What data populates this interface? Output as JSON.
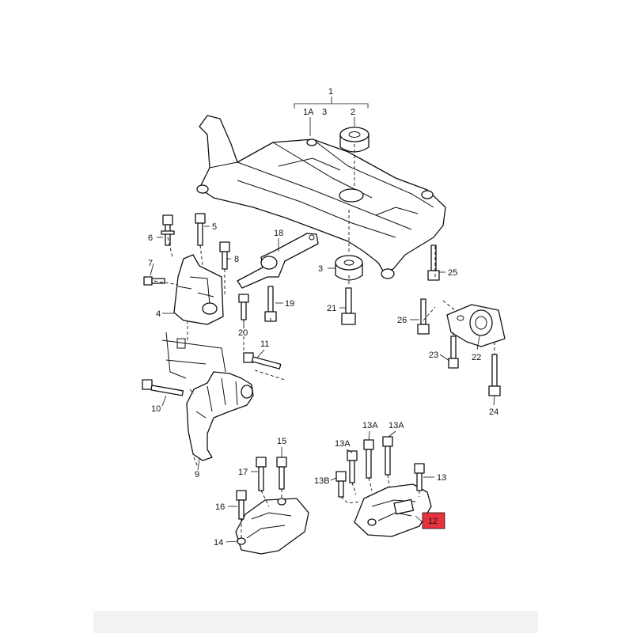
{
  "diagram": {
    "highlight_color": "#e8323c",
    "line_color": "#111111",
    "labels": {
      "p1": "1",
      "p1A": "1A",
      "p2": "2",
      "p3top": "3",
      "p3": "3",
      "p4": "4",
      "p5": "5",
      "p6": "6",
      "p7": "7",
      "p8": "8",
      "p9": "9",
      "p10": "10",
      "p11": "11",
      "p12": "12",
      "p13": "13",
      "p13A_1": "13A",
      "p13A_2": "13A",
      "p13A_3": "13A",
      "p13B": "13B",
      "p14": "14",
      "p15": "15",
      "p16": "16",
      "p17": "17",
      "p18": "18",
      "p19": "19",
      "p20": "20",
      "p21": "21",
      "p22": "22",
      "p23": "23",
      "p24": "24",
      "p25": "25",
      "p26": "26"
    }
  }
}
